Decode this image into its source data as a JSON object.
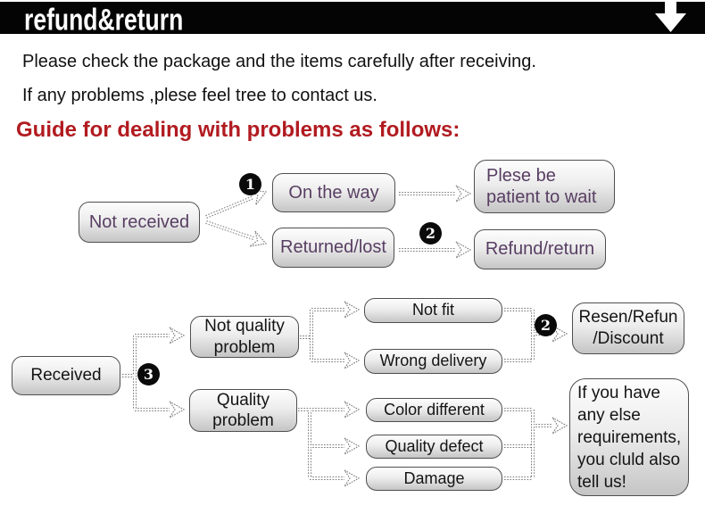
{
  "header": {
    "title": "refund&return",
    "arrow_icon": "down-arrow"
  },
  "intro": {
    "line1": "Please check the package and the items carefully after receiving.",
    "line2": "If any problems ,plese feel tree to contact us."
  },
  "guide_heading": "Guide for dealing with problems as follows:",
  "colors": {
    "header_bg": "#040404",
    "heading_red": "#b11b20",
    "flow1_text": "#583e63",
    "flow2_text": "#141414",
    "badge_bg": "#0a0a0a",
    "node_border": "#4f4f4f",
    "node_gradient_top": "#fdfdfd",
    "node_gradient_bottom": "#c5c5c5"
  },
  "flow1": {
    "not_received": "Not received",
    "badge1": "1",
    "on_the_way": "On the way",
    "please_wait": "Plese be patient to wait",
    "returned_lost": "Returned/lost",
    "badge2": "2",
    "refund_return": "Refund/return"
  },
  "flow2": {
    "received": "Received",
    "badge3": "3",
    "not_quality_problem": "Not quality problem",
    "quality_problem": "Quality problem",
    "not_fit": "Not fit",
    "wrong_delivery": "Wrong delivery",
    "color_different": "Color different",
    "quality_defect": "Quality defect",
    "damage": "Damage",
    "badge2": "2",
    "resen_refund_discount": "Resen/Refun /Discount",
    "note": "If you have any else requirements, you cluld also tell us!"
  }
}
